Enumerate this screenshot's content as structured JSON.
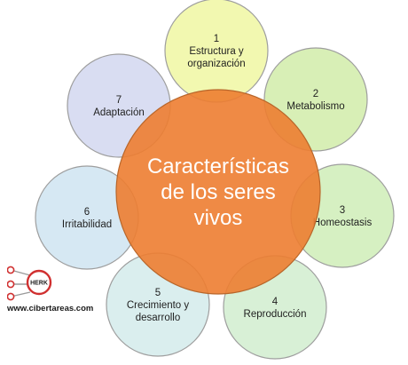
{
  "center": {
    "lines": [
      "Características",
      "de los seres",
      "vivos"
    ],
    "fill": "#ED7D31"
  },
  "items": [
    {
      "number": "1",
      "lines": [
        "Estructura y",
        "organización"
      ],
      "fill": "#F2F8B0"
    },
    {
      "number": "2",
      "lines": [
        "Metabolismo"
      ],
      "fill": "#D8EFB6"
    },
    {
      "number": "3",
      "lines": [
        "Homeostasis"
      ],
      "fill": "#D6F0C2"
    },
    {
      "number": "4",
      "lines": [
        "Reproducción"
      ],
      "fill": "#D8F0D6"
    },
    {
      "number": "5",
      "lines": [
        "Crecimiento y",
        "desarrollo"
      ],
      "fill": "#DAEEEE"
    },
    {
      "number": "6",
      "lines": [
        "Irritabilidad"
      ],
      "fill": "#D6E8F3"
    },
    {
      "number": "7",
      "lines": [
        "Adaptación"
      ],
      "fill": "#D9DDF2"
    }
  ],
  "watermark": {
    "logo_text": "HERK",
    "url": "www.cibertareas.com"
  }
}
